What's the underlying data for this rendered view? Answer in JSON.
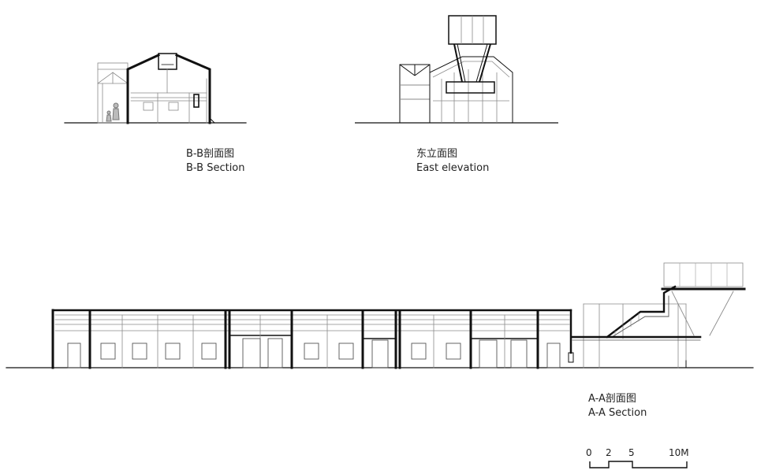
{
  "drawings": {
    "bb_section": {
      "title_cn": "B-B剖面图",
      "title_en": "B-B Section"
    },
    "east_elevation": {
      "title_cn": "东立面图",
      "title_en": "East elevation"
    },
    "aa_section": {
      "title_cn": "A-A剖面图",
      "title_en": "A-A Section"
    }
  },
  "scale_bar": {
    "labels": [
      "0",
      "2",
      "5",
      "10M"
    ]
  },
  "colors": {
    "line": "#111111",
    "thin": "#8a8a8a",
    "background": "#ffffff"
  }
}
